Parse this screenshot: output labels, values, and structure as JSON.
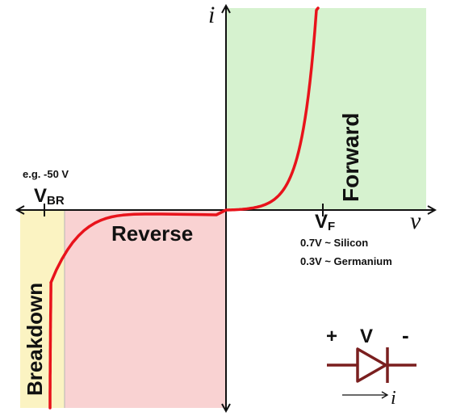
{
  "diagram": {
    "axes": {
      "y_label": "i",
      "x_label": "v"
    },
    "regions": {
      "forward": {
        "label": "Forward",
        "color": "#d6f2cf"
      },
      "reverse": {
        "label": "Reverse",
        "color": "#f9d2d2"
      },
      "breakdown": {
        "label": "Breakdown",
        "color": "#fbf3c2"
      }
    },
    "breakdown_voltage": {
      "example": "e.g. -50 V",
      "symbol": "V",
      "subscript": "BR"
    },
    "forward_voltage": {
      "symbol": "V",
      "subscript": "F",
      "note_silicon": "0.7V ~ Silicon",
      "note_germanium": "0.3V ~ Germanium"
    },
    "diode_symbol": {
      "plus": "+",
      "voltage": "V",
      "minus": "-",
      "current": "i",
      "color": "#7a1f1f"
    },
    "curve_color": "#e8131b"
  }
}
